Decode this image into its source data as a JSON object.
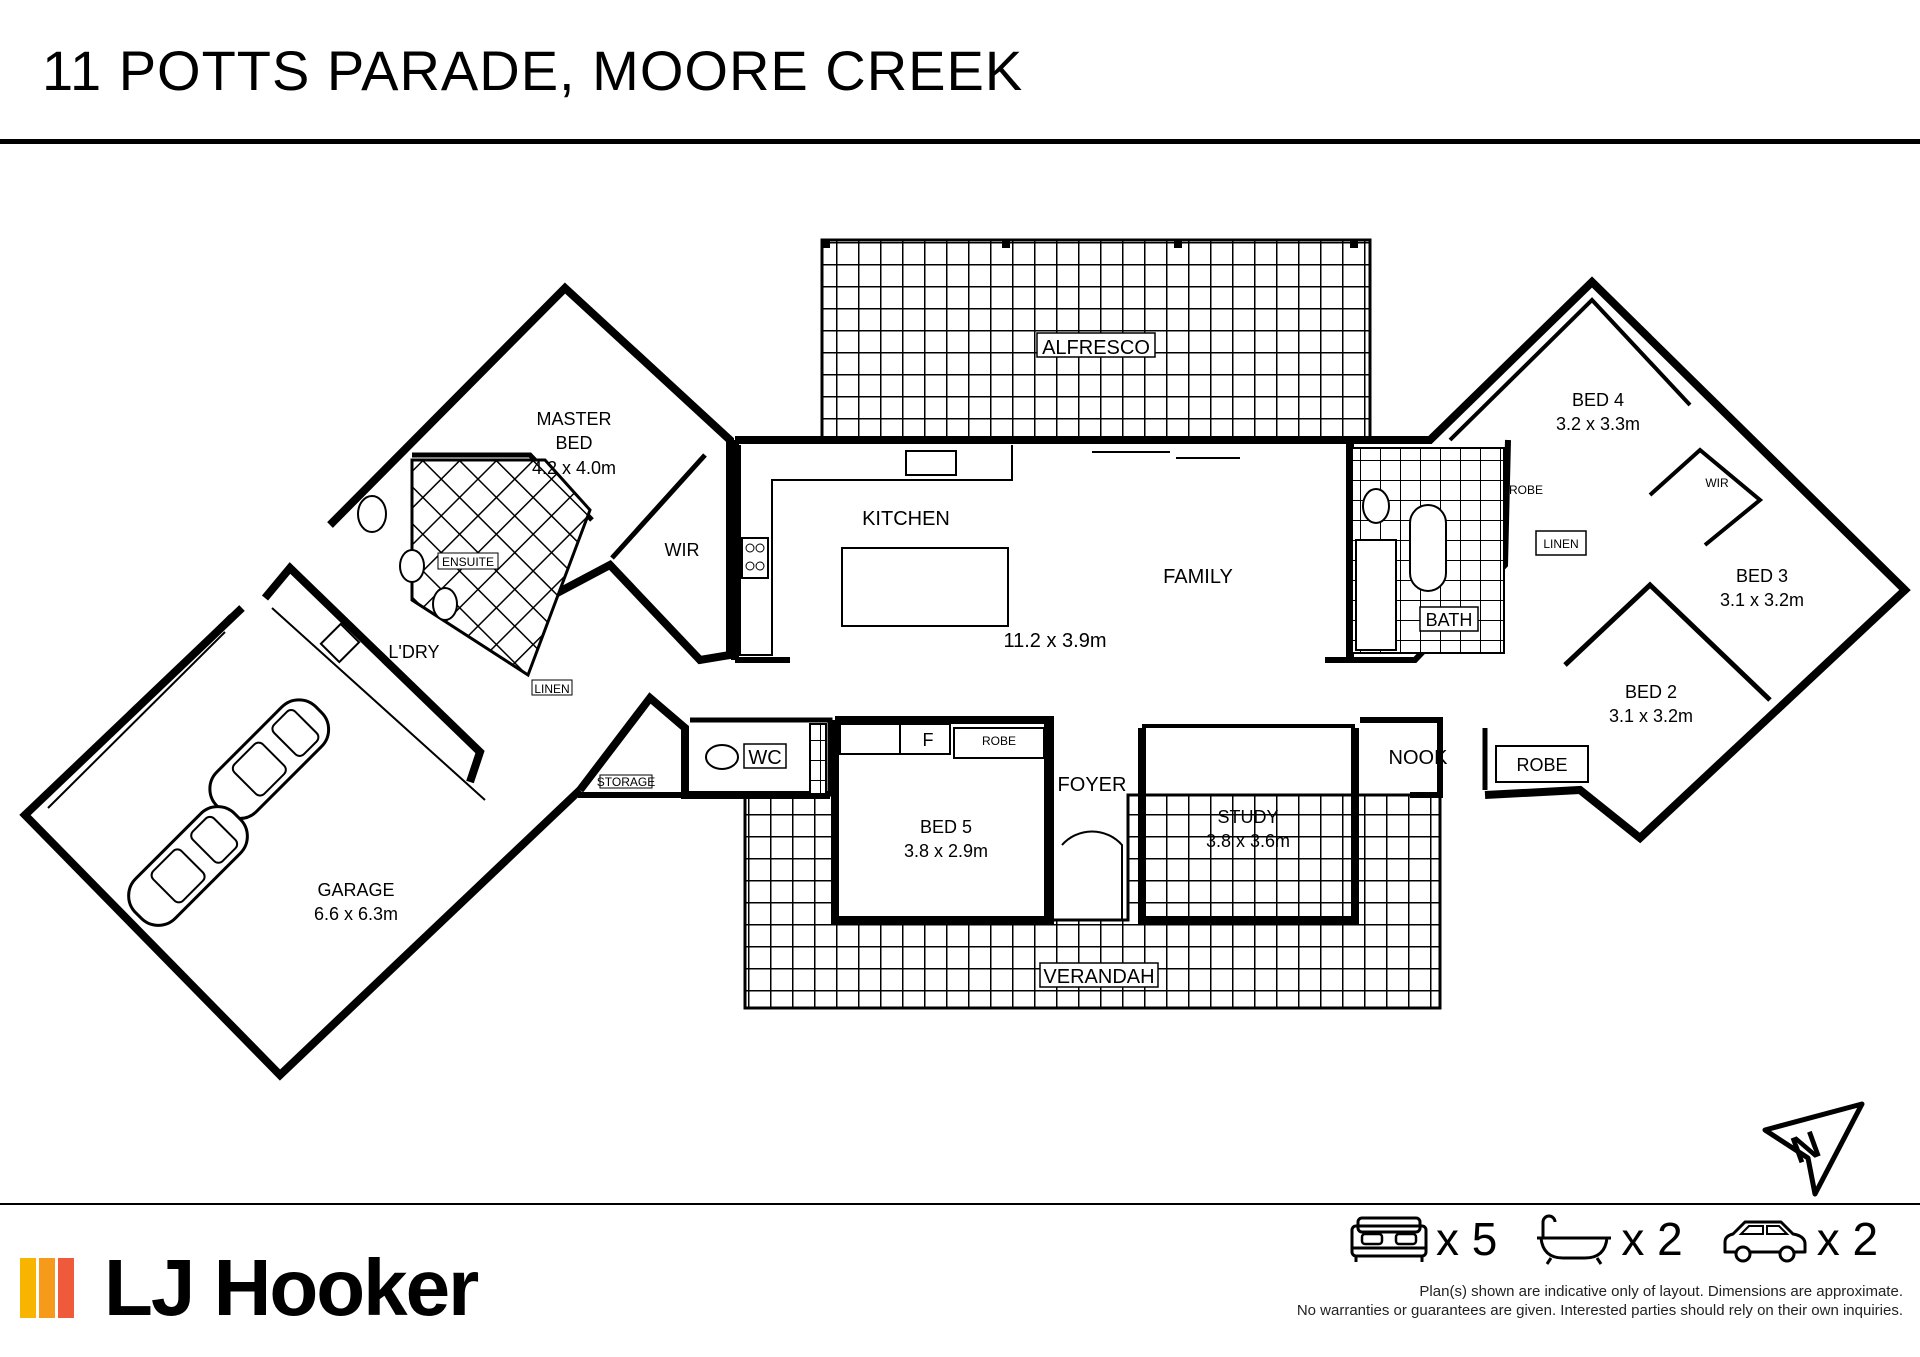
{
  "header": {
    "address": "11 POTTS PARADE, MOORE CREEK"
  },
  "rooms": {
    "alfresco": "ALFRESCO",
    "master_bed": {
      "name_line1": "MASTER",
      "name_line2": "BED",
      "size": "4.2 x 4.0m"
    },
    "wir_master": "WIR",
    "ensuite": "ENSUITE",
    "kitchen": "KITCHEN",
    "family": "FAMILY",
    "family_size": "11.2 x 3.9m",
    "laundry": "L'DRY",
    "linen_left": "LINEN",
    "storage": "STORAGE",
    "wc": "WC",
    "fridge": "F",
    "robe_bed5": "ROBE",
    "foyer": "FOYER",
    "bed5": {
      "name": "BED 5",
      "size": "3.8 x 2.9m"
    },
    "study": {
      "name": "STUDY",
      "size": "3.8 x 3.6m"
    },
    "nook": "NOOK",
    "robe_bed2": "ROBE",
    "verandah": "VERANDAH",
    "garage": {
      "name": "GARAGE",
      "size": "6.6 x 6.3m"
    },
    "bed4": {
      "name": "BED 4",
      "size": "3.2 x 3.3m"
    },
    "robe_bed4": "ROBE",
    "linen_right": "LINEN",
    "bath": "BATH",
    "wir_bed3": "WIR",
    "bed3": {
      "name": "BED 3",
      "size": "3.1 x 3.2m"
    },
    "bed2": {
      "name": "BED 2",
      "size": "3.1 x 3.2m"
    }
  },
  "compass": {
    "icon": "north-arrow-icon",
    "letter": "N"
  },
  "footer": {
    "brand": "LJ Hooker",
    "brand_colors": [
      "#f7b500",
      "#f59a1b",
      "#ef5a3a"
    ],
    "counts": [
      {
        "icon": "bed-icon",
        "value": "x 5"
      },
      {
        "icon": "bath-icon",
        "value": "x 2"
      },
      {
        "icon": "car-icon",
        "value": "x 2"
      }
    ],
    "disclaimer_line1": "Plan(s) shown are indicative only of layout. Dimensions are approximate.",
    "disclaimer_line2": "No warranties or guarantees are given. Interested parties should rely on their own inquiries."
  }
}
